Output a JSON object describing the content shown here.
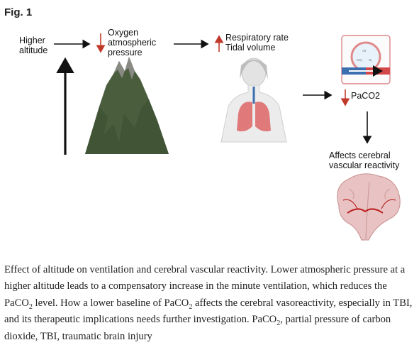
{
  "figure": {
    "label": "Fig. 1"
  },
  "diagram": {
    "higher_altitude": [
      "Higher",
      "altitude"
    ],
    "oxygen_pressure": [
      "Oxygen",
      "atmospheric",
      "pressure"
    ],
    "respiratory": [
      "Respiratory rate",
      "Tidal volume"
    ],
    "paco2": "PaCO2",
    "affects": [
      "Affects cerebral",
      "vascular reactivity"
    ],
    "lung_box_labels": [
      "Air",
      "CO₂",
      "O₂"
    ],
    "colors": {
      "mountain": "#4a5e3e",
      "mountain_light": "#8a8a84",
      "lungs": "#e07a7a",
      "arrow_red": "#c0392b",
      "vessel_blue": "#3b6fb0",
      "brain": "#e9c3c3"
    }
  },
  "caption": {
    "p1": "Effect of altitude on ventilation and cerebral vascular reactivity. Lower atmospheric pressure at a higher altitude leads to a compensatory increase in the minute ventilation, which reduces the PaCO",
    "sub1": "2",
    "p2": " level. How a lower baseline of PaCO",
    "sub2": "2",
    "p3": " affects the cerebral vasoreactivity, especially in TBI, and its therapeutic implications needs further investigation. PaCO",
    "sub3": "2",
    "p4": ", partial pressure of carbon dioxide, TBI, traumatic brain injury"
  }
}
